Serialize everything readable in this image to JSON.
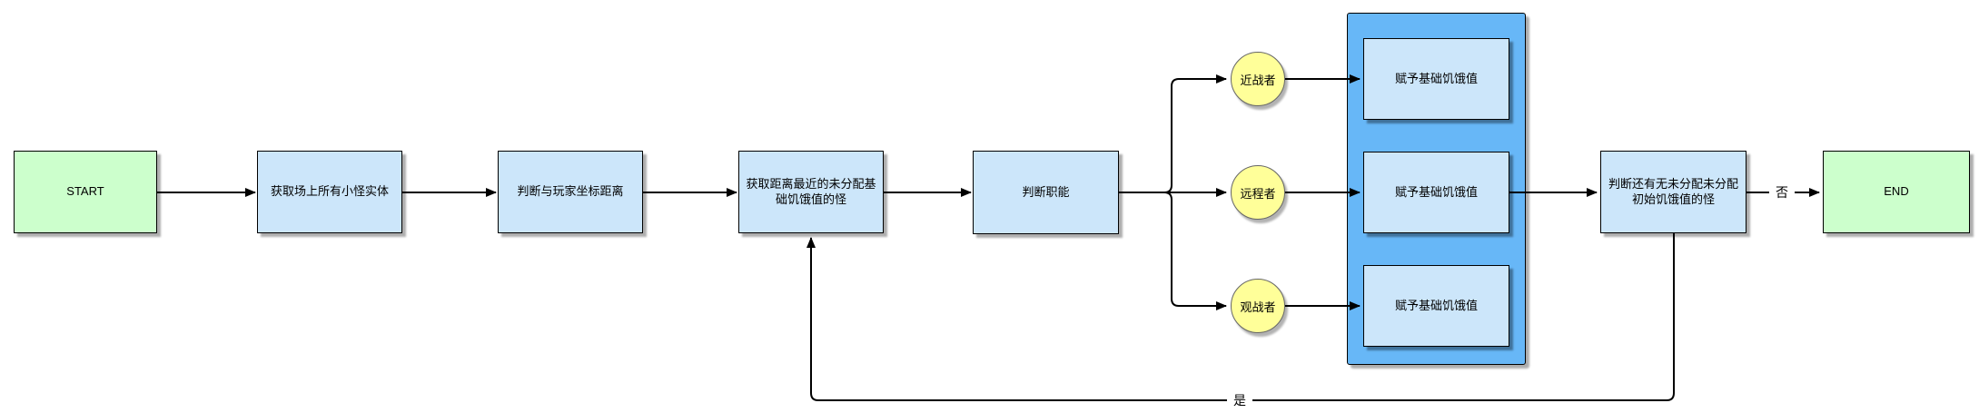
{
  "diagram": {
    "type": "flowchart",
    "nodes": {
      "start": {
        "label": "START",
        "shape": "terminator",
        "fill": "#ccffcc"
      },
      "get_monsters": {
        "label": "获取场上所有小怪实体",
        "shape": "process",
        "fill": "#cce6fa"
      },
      "judge_distance": {
        "label": "判断与玩家坐标距离",
        "shape": "process",
        "fill": "#cce6fa"
      },
      "get_nearest": {
        "label": "获取距离最近的未分配基础饥饿值的怪",
        "shape": "process",
        "fill": "#cce6fa"
      },
      "judge_role": {
        "label": "判断职能",
        "shape": "process",
        "fill": "#cce6fa"
      },
      "role_melee": {
        "label": "近战者",
        "shape": "circle",
        "fill": "#ffff99"
      },
      "role_ranged": {
        "label": "远程者",
        "shape": "circle",
        "fill": "#ffff99"
      },
      "role_spectator": {
        "label": "观战者",
        "shape": "circle",
        "fill": "#ffff99"
      },
      "assign_melee": {
        "label": "赋予基础饥饿值",
        "shape": "process",
        "fill": "#cce6fa"
      },
      "assign_ranged": {
        "label": "赋予基础饥饿值",
        "shape": "process",
        "fill": "#cce6fa"
      },
      "assign_spectator": {
        "label": "赋予基础饥饿值",
        "shape": "process",
        "fill": "#cce6fa"
      },
      "check_remaining": {
        "label": "判断还有无未分配未分配初始饥饿值的怪",
        "shape": "process",
        "fill": "#cce6fa"
      },
      "end": {
        "label": "END",
        "shape": "terminator",
        "fill": "#ccffcc"
      }
    },
    "group": {
      "fill": "#67b7f7",
      "contains": [
        "assign_melee",
        "assign_ranged",
        "assign_spectator"
      ]
    },
    "edge_labels": {
      "no": "否",
      "yes": "是"
    },
    "colors": {
      "line": "#000000",
      "terminal_fill": "#ccffcc",
      "process_fill": "#cce6fa",
      "container_fill": "#67b7f7",
      "role_fill": "#ffff99"
    }
  }
}
